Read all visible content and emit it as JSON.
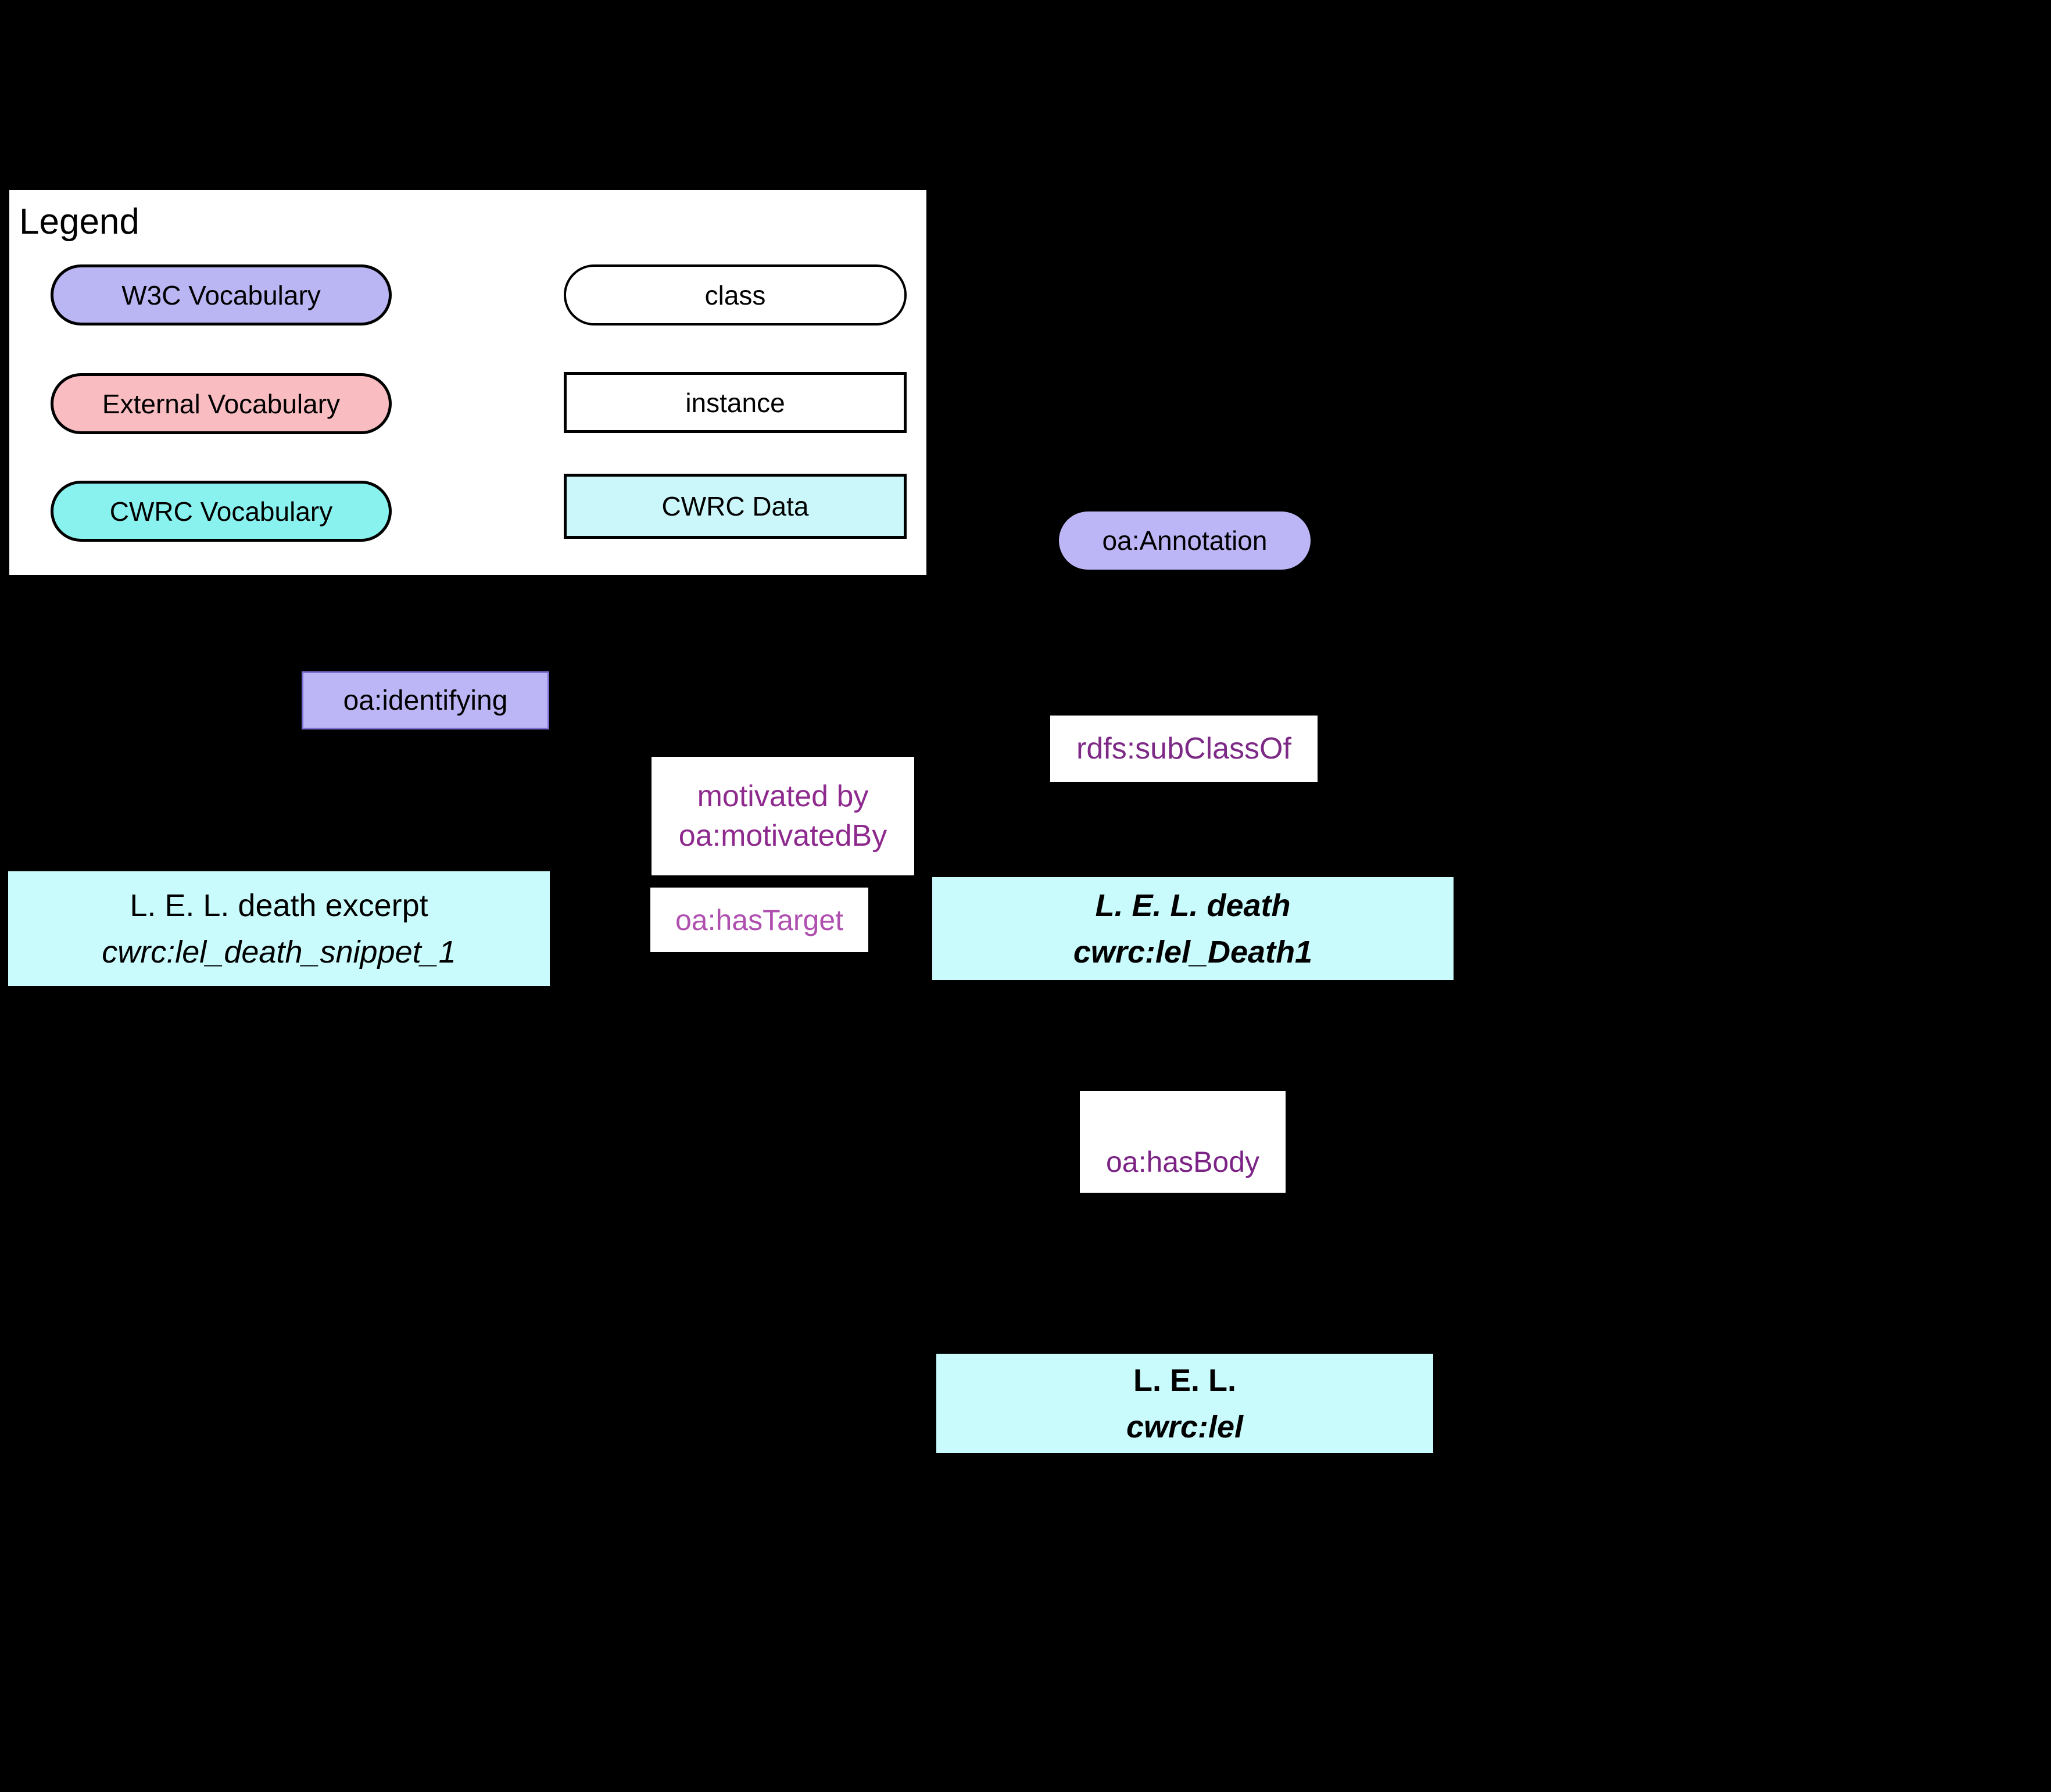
{
  "canvas": {
    "background": "#000000"
  },
  "legend": {
    "title": "Legend",
    "items": [
      {
        "label": "W3C Vocabulary",
        "shape": "pill",
        "fill": "#bab5f3"
      },
      {
        "label": "External Vocabulary",
        "shape": "pill",
        "fill": "#f8bcc1"
      },
      {
        "label": "CWRC Vocabulary",
        "shape": "pill",
        "fill": "#89f2ef"
      },
      {
        "label": "class",
        "shape": "pill",
        "fill": "#ffffff"
      },
      {
        "label": "instance",
        "shape": "rect",
        "fill": "#ffffff"
      },
      {
        "label": "CWRC Data",
        "shape": "rect",
        "fill": "#cbf7fa"
      }
    ]
  },
  "nodes": {
    "annotation": {
      "label": "oa:Annotation",
      "fill": "#bcb6f6",
      "shape": "pill"
    },
    "identifying": {
      "label": "oa:identifying",
      "fill": "#bcb6f6",
      "shape": "rect"
    },
    "excerpt": {
      "line1": "L. E. L. death excerpt",
      "line2": "cwrc:lel_death_snippet_1",
      "fill": "#c9fafc"
    },
    "death": {
      "line1": "L. E. L. death",
      "line2": "cwrc:lel_Death1",
      "fill": "#c9fafc"
    },
    "lel": {
      "line1": "L. E. L.",
      "line2": "cwrc:lel",
      "fill": "#c9fafc"
    }
  },
  "relations": {
    "motivated_by": {
      "line1": "motivated by",
      "line2": "oa:motivatedBy",
      "color": "#8e2a8e"
    },
    "subclassof": {
      "label": "rdfs:subClassOf",
      "color": "#7d2a86"
    },
    "hastarget": {
      "label": "oa:hasTarget",
      "color": "#af4faf"
    },
    "hasbody": {
      "label": "oa:hasBody",
      "color": "#7c2486"
    }
  }
}
